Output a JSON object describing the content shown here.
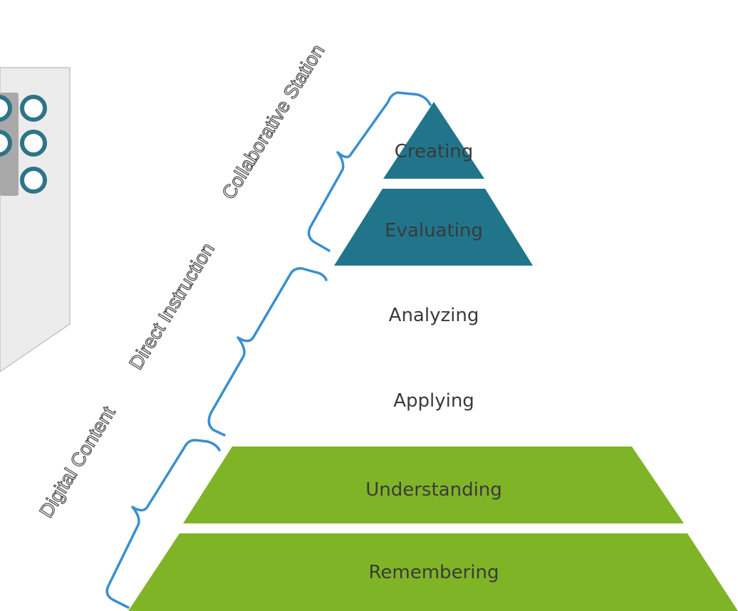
{
  "pyramid": {
    "levels": [
      {
        "label": "Creating",
        "color": "#21758b"
      },
      {
        "label": "Evaluating",
        "color": "#21758b"
      },
      {
        "label": "Analyzing",
        "color": "#ffffff"
      },
      {
        "label": "Applying",
        "color": "#ffffff"
      },
      {
        "label": "Understanding",
        "color": "#7fb427"
      },
      {
        "label": "Remembering",
        "color": "#7fb427"
      }
    ]
  },
  "stations": {
    "collaborative": "Collaborative Station",
    "direct": "Direct Instruction",
    "digital": "Digital Content"
  },
  "colors": {
    "teal": "#21758b",
    "green": "#7fb427",
    "bracket": "#3b8fd0",
    "panel": "#e9e9e9",
    "text": "#3a3a3a"
  }
}
